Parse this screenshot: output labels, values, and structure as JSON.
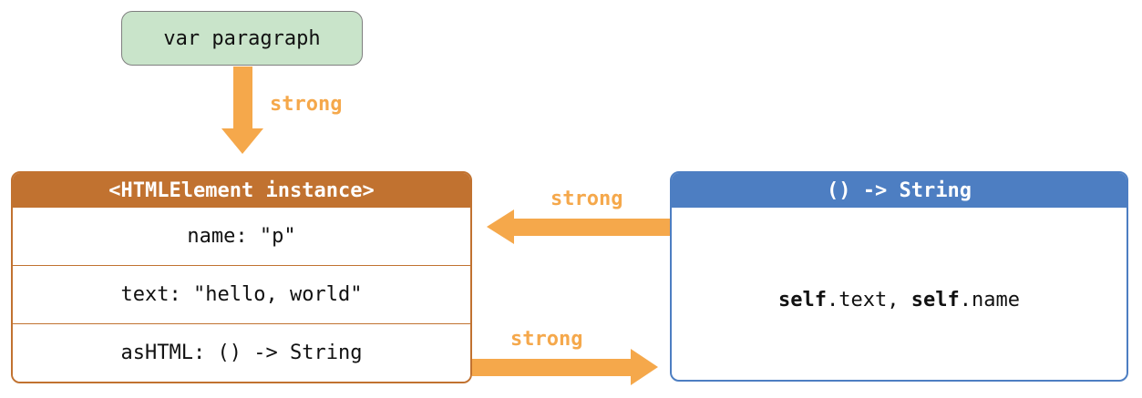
{
  "colors": {
    "arrow_orange": "#F5A84B",
    "instance_accent": "#C17230",
    "closure_accent": "#4D7EC2",
    "variable_fill": "#C9E4CA",
    "variable_border": "#7F7F7F",
    "text_color": "#111111",
    "header_text": "#FFFFFF",
    "page_bg": "#FFFFFF"
  },
  "variable_box": {
    "label": "var paragraph"
  },
  "instance_box": {
    "title": "<HTMLElement instance>",
    "rows": [
      {
        "label": "name: \"p\""
      },
      {
        "label": "text: \"hello, world\""
      },
      {
        "label": "asHTML: () -> String"
      }
    ]
  },
  "closure_box": {
    "title": "() -> String",
    "body": [
      {
        "text": "self",
        "bold": true
      },
      {
        "text": ".text, ",
        "bold": false
      },
      {
        "text": "self",
        "bold": true
      },
      {
        "text": ".name",
        "bold": false
      }
    ]
  },
  "arrows": {
    "var_to_instance": {
      "label": "strong",
      "direction": "down"
    },
    "closure_to_instance": {
      "label": "strong",
      "direction": "left"
    },
    "instance_to_closure": {
      "label": "strong",
      "direction": "right"
    }
  }
}
